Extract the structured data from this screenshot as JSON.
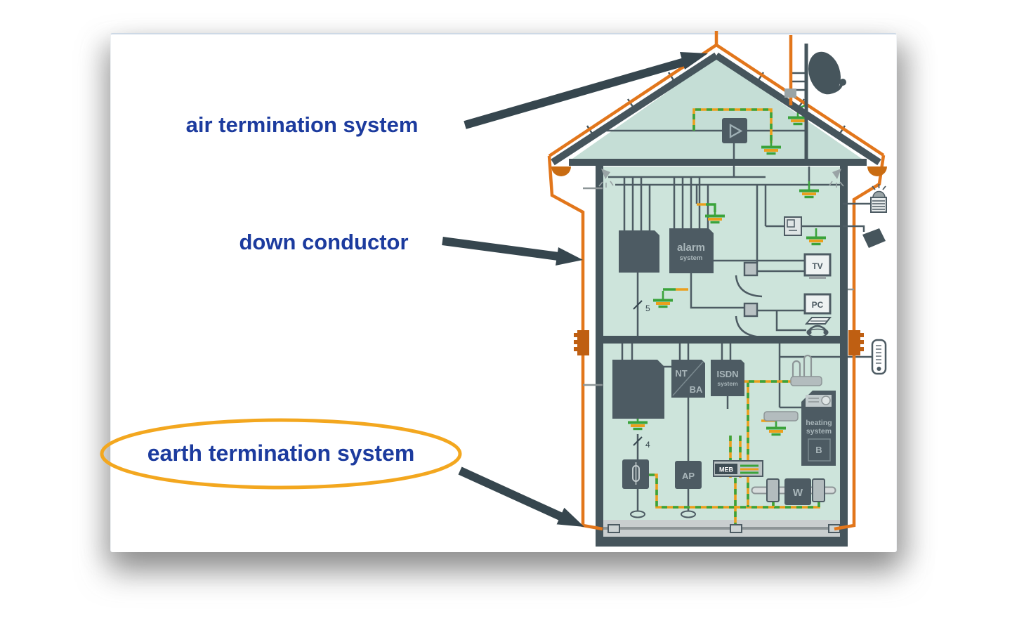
{
  "slide": {
    "background": "#ffffff"
  },
  "callouts": {
    "air_termination": {
      "label": "air termination system"
    },
    "down_conductor": {
      "label": "down conductor"
    },
    "earth_termination": {
      "label": "earth termination system"
    }
  },
  "diagram": {
    "labels": {
      "alarm_line1": "alarm",
      "alarm_line2": "system",
      "nt": "NT",
      "ba": "BA",
      "isdn_line1": "ISDN",
      "isdn_line2": "system",
      "heating_line1": "heating",
      "heating_line2": "system",
      "burner": "B",
      "ap": "AP",
      "meb": "MEB",
      "water_meter": "W",
      "tv": "TV",
      "pc": "PC",
      "cable_mark_upper": "5",
      "cable_mark_lower": "4"
    },
    "colors": {
      "label_blue": "#1c3b9e",
      "arrow_slate": "#36464e",
      "conductor_orange": "#e2761b",
      "highlight_ellipse_orange": "#f3a71f",
      "wall_slate": "#4d5b63",
      "interior_green": "#cde4db",
      "roof_green": "#c5ded6",
      "bonding_green": "#3aa33b",
      "bonding_orange": "#eb9f1c",
      "foundation_gray": "#c9cecf"
    }
  }
}
